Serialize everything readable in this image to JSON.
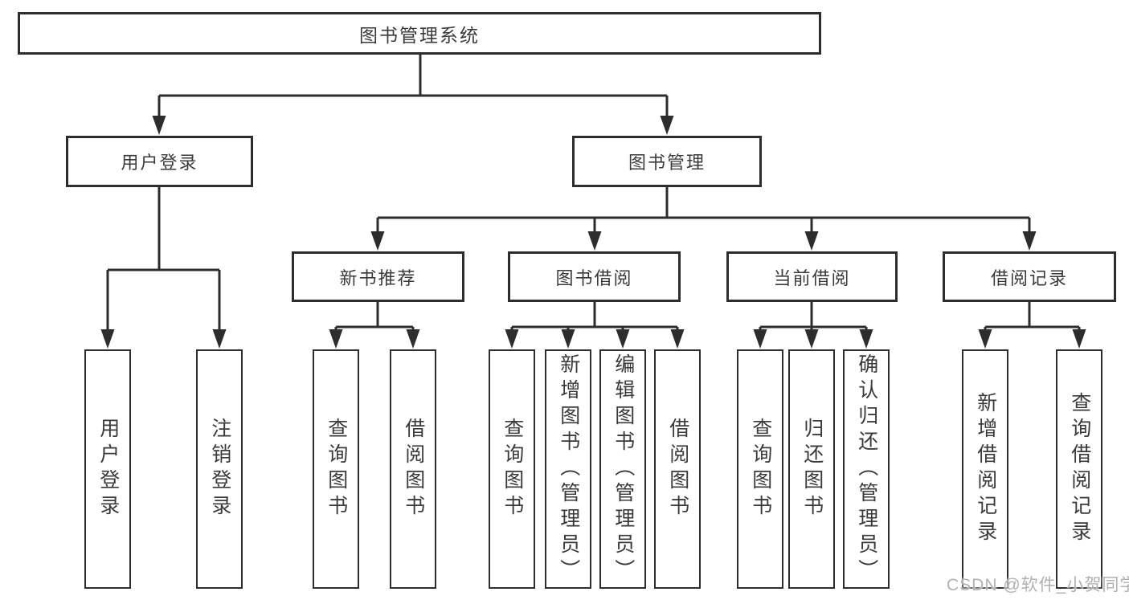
{
  "diagram": {
    "root": {
      "label": "图书管理系统"
    },
    "branches": [
      {
        "label": "用户登录",
        "children": [
          "用户登录",
          "注销登录"
        ]
      },
      {
        "label": "图书管理",
        "sections": [
          {
            "label": "新书推荐",
            "children": [
              "查询图书",
              "借阅图书"
            ]
          },
          {
            "label": "图书借阅",
            "children": [
              "查询图书",
              "新增图书（管理员）",
              "编辑图书（管理员）",
              "借阅图书"
            ]
          },
          {
            "label": "当前借阅",
            "children": [
              "查询图书",
              "归还图书",
              "确认归还（管理员）"
            ]
          },
          {
            "label": "借阅记录",
            "children": [
              "新增借阅记录",
              "查询借阅记录"
            ]
          }
        ]
      }
    ]
  },
  "watermark": {
    "text": "CSDN @软件_小贺同学"
  },
  "colors": {
    "line": "#2d2d2d",
    "node_text": "#3a3a3a",
    "watermark": "#b1b1b1",
    "background": "#ffffff"
  }
}
